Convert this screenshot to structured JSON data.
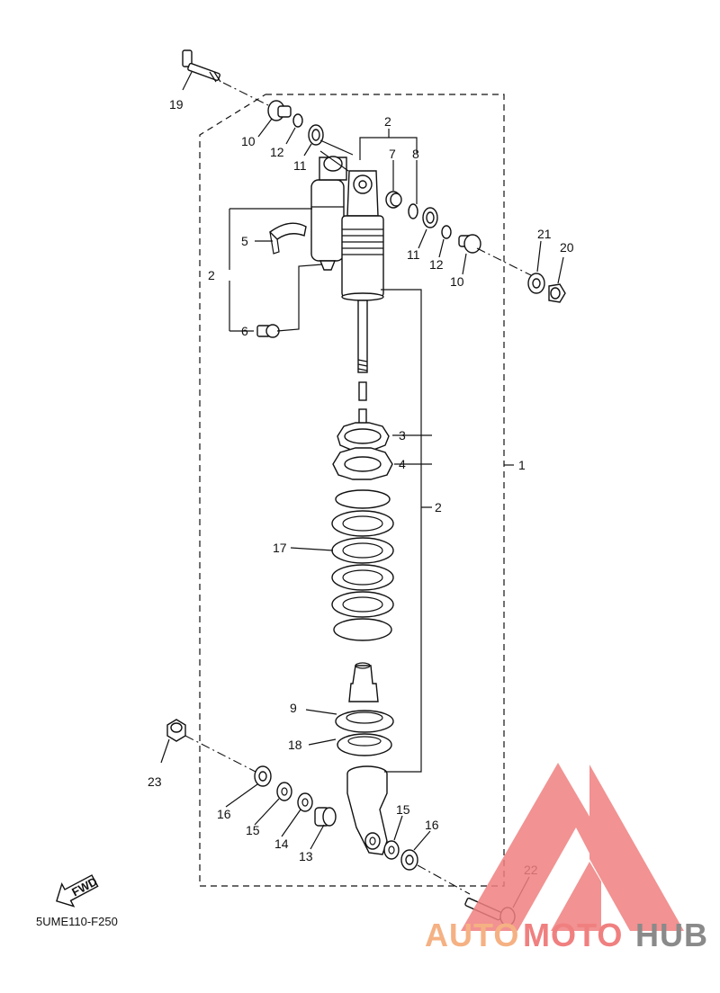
{
  "diagram": {
    "code": "5UME110-F250",
    "fwd_label": "FWD",
    "labels": {
      "p1": "1",
      "p2a": "2",
      "p2b": "2",
      "p2c": "2",
      "p3": "3",
      "p4": "4",
      "p5": "5",
      "p6": "6",
      "p7": "7",
      "p8": "8",
      "p9": "9",
      "p10a": "10",
      "p10b": "10",
      "p11a": "11",
      "p11b": "11",
      "p12a": "12",
      "p12b": "12",
      "p13": "13",
      "p14": "14",
      "p15a": "15",
      "p15b": "15",
      "p16a": "16",
      "p16b": "16",
      "p17": "17",
      "p18": "18",
      "p19": "19",
      "p20": "20",
      "p21": "21",
      "p22": "22",
      "p23": "23"
    }
  },
  "watermark": {
    "text_auto": "AUTO",
    "text_moto": "MOTO",
    "text_hub": "HUB",
    "color_orange": "#f5b183",
    "color_red": "#f08080",
    "color_gray": "#8a8a8a"
  }
}
